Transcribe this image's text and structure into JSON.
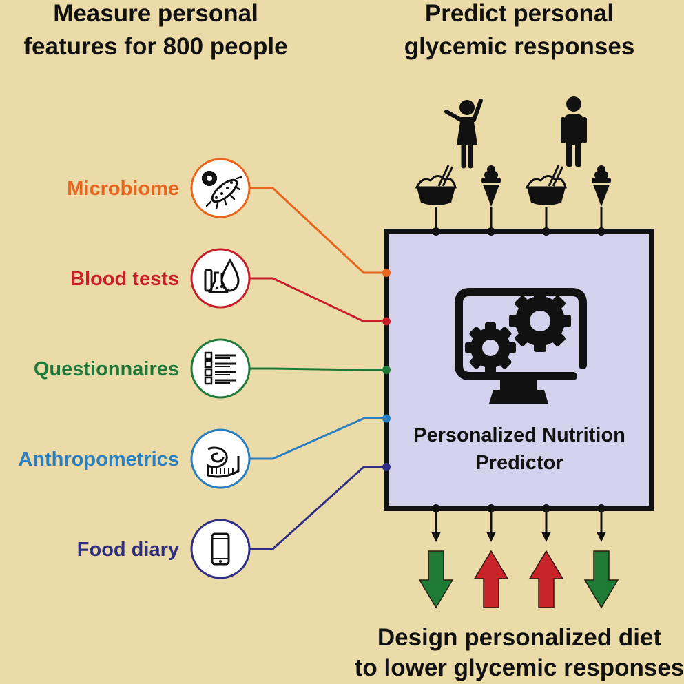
{
  "headings": {
    "left_line1": "Measure personal",
    "left_line2": "features for 800 people",
    "right_line1": "Predict personal",
    "right_line2": "glycemic responses",
    "bottom_line1": "Design personalized diet",
    "bottom_line2": "to lower glycemic responses"
  },
  "predictor": {
    "line1": "Personalized Nutrition",
    "line2": "Predictor",
    "fill_color": "#d4d1ec",
    "icon": "monitor-gears-icon"
  },
  "features": [
    {
      "label": "Microbiome",
      "color": "#e8651f",
      "icon": "microbe-icon"
    },
    {
      "label": "Blood tests",
      "color": "#c8202a",
      "icon": "blood-test-icon"
    },
    {
      "label": "Questionnaires",
      "color": "#1f7a3a",
      "icon": "checklist-icon"
    },
    {
      "label": "Anthropometrics",
      "color": "#2a7fc1",
      "icon": "tape-measure-icon"
    },
    {
      "label": "Food diary",
      "color": "#2f2d84",
      "icon": "smartphone-icon"
    }
  ],
  "people": [
    {
      "icon": "woman-waving-icon"
    },
    {
      "icon": "man-standing-icon"
    }
  ],
  "foods": [
    {
      "icon": "rice-bowl-icon"
    },
    {
      "icon": "ice-cream-icon"
    },
    {
      "icon": "rice-bowl-icon"
    },
    {
      "icon": "ice-cream-icon"
    }
  ],
  "responses": [
    {
      "direction": "down",
      "color": "#1e7a34",
      "icon": "arrow-down-icon"
    },
    {
      "direction": "up",
      "color": "#c8242a",
      "icon": "arrow-up-icon"
    },
    {
      "direction": "up",
      "color": "#c8242a",
      "icon": "arrow-up-icon"
    },
    {
      "direction": "down",
      "color": "#1e7a34",
      "icon": "arrow-down-icon"
    }
  ]
}
